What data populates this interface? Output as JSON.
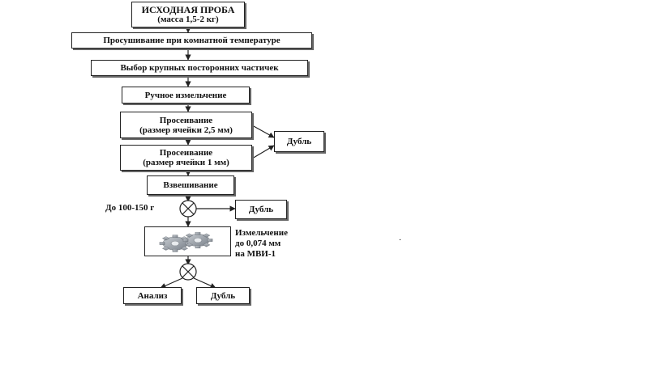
{
  "diagram": {
    "steps": {
      "initial_sample": [
        "ИСХОДНАЯ ПРОБА",
        "(масса 1,5-2 кг)"
      ],
      "drying": "Просушивание при комнатной температуре",
      "selection": "Выбор крупных посторонних частичек",
      "manual_grinding": "Ручное измельчение",
      "sieving_1": [
        "Просеивание",
        "(размер ячейки 2,5 мм)"
      ],
      "sieving_2": [
        "Просеивание",
        "(размер ячейки 1 мм)"
      ],
      "weighing": "Взвешивание",
      "duplicate_1": "Дубль",
      "duplicate_2": "Дубль",
      "duplicate_3": "Дубль",
      "analysis": "Анализ"
    },
    "labels": {
      "mass_split": "До 100-150 г",
      "grinding_note": [
        "Измельчение",
        "до 0,074 мм",
        "на МВИ-1"
      ],
      "stray_dot": "."
    },
    "mill_icon": "gear-mill-icon"
  }
}
